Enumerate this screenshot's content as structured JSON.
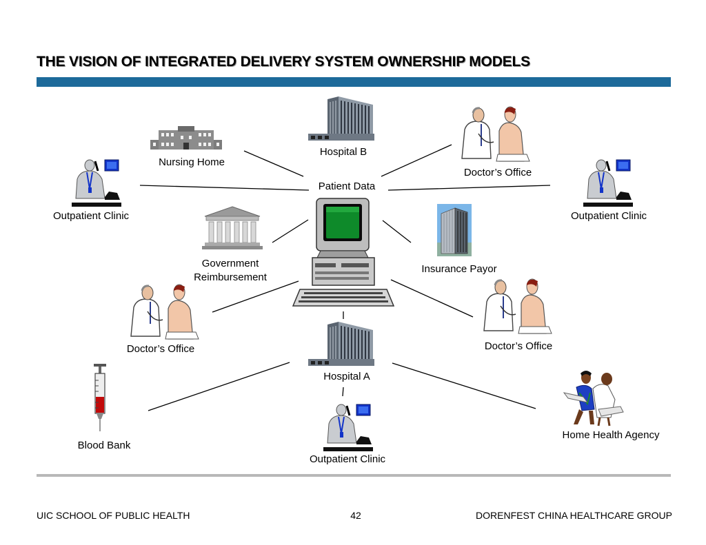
{
  "slide": {
    "title": "THE VISION OF INTEGRATED DELIVERY SYSTEM OWNERSHIP MODELS",
    "footer_left": "UIC SCHOOL OF PUBLIC HEALTH",
    "page_number": "42",
    "footer_right": "DORENFEST CHINA HEALTHCARE GROUP"
  },
  "diagram": {
    "center": "Patient Data",
    "nodes": {
      "hospital_b": "Hospital B",
      "nursing_home": "Nursing Home",
      "doctors_office_top_right": "Doctor’s Office",
      "outpatient_clinic_left": "Outpatient Clinic",
      "outpatient_clinic_right": "Outpatient Clinic",
      "government_reimbursement_line1": "Government",
      "government_reimbursement_line2": "Reimbursement",
      "insurance_payor": "Insurance Payor",
      "doctors_office_left": "Doctor’s Office",
      "doctors_office_right": "Doctor’s Office",
      "hospital_a": "Hospital A",
      "blood_bank": "Blood Bank",
      "home_health_agency": "Home Health Agency",
      "outpatient_clinic_bottom": "Outpatient Clinic"
    },
    "icons": [
      "hospital-building-icon",
      "nursing-home-icon",
      "doctor-patient-icon",
      "outpatient-clinic-icon",
      "government-building-icon",
      "computer-icon",
      "office-tower-icon",
      "syringe-icon",
      "home-health-nurses-icon"
    ]
  }
}
